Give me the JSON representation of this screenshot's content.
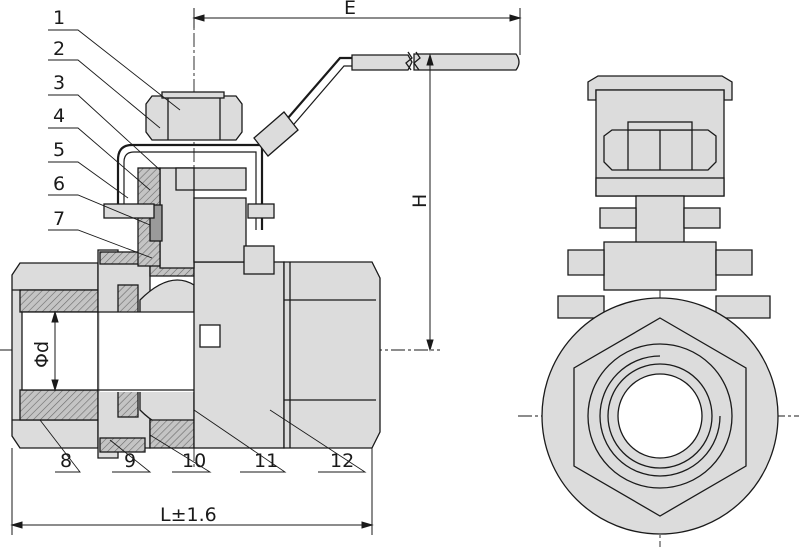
{
  "dimensions": {
    "E": "E",
    "H": "H",
    "d": "Φd",
    "L": "L±1.6"
  },
  "callouts": {
    "top": [
      "1",
      "2",
      "3",
      "4",
      "5",
      "6",
      "7"
    ],
    "bottom": [
      "8",
      "9",
      "10",
      "11",
      "12"
    ]
  },
  "colors": {
    "line": "#1a1a1a",
    "metal": "#dcdcdc",
    "section": "#9a9a9a",
    "background": "#ffffff"
  }
}
